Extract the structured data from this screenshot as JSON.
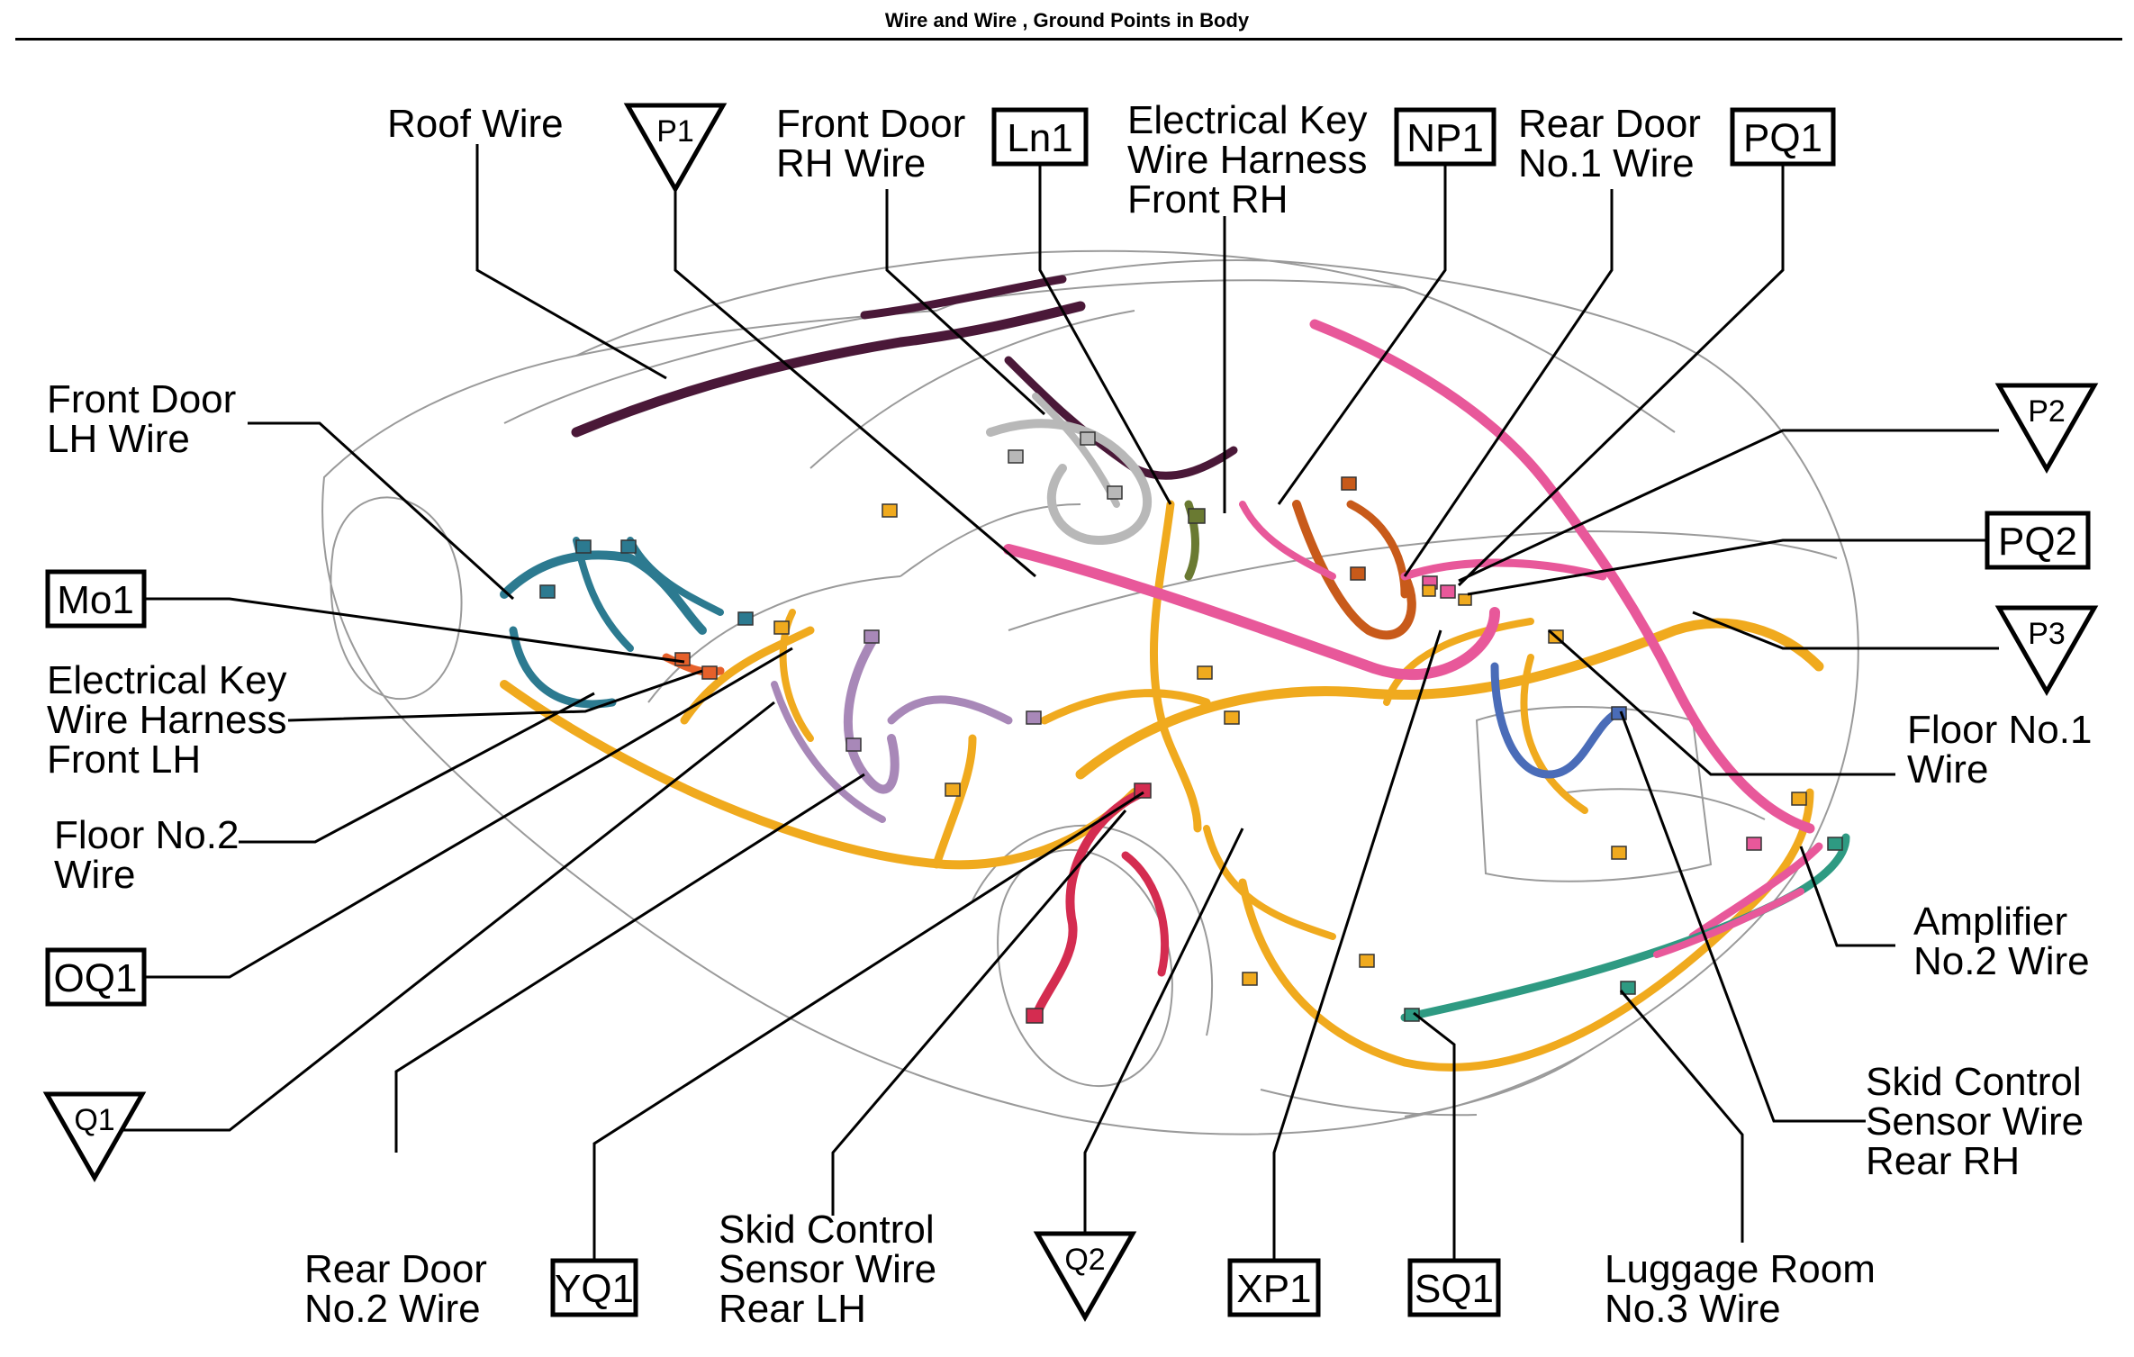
{
  "title": "Wire and Wire , Ground Points in Body",
  "colors": {
    "orange_wire": "#f0aa1e",
    "pink_wire": "#e8589a",
    "purple_wire": "#4a1838",
    "teal_wire": "#2c7a90",
    "grey_wire": "#b8b8b8",
    "violet_wire": "#a888b8",
    "red_wire": "#d42c50",
    "rust_wire": "#c85a1a",
    "green_wire": "#2e9a82",
    "blue_wire": "#4a6cb8",
    "olive_connector": "#6a7a32"
  },
  "labels": {
    "roof_wire": [
      "Roof Wire"
    ],
    "front_door_rh": [
      "Front Door",
      "RH Wire"
    ],
    "ek_front_rh": [
      "Electrical Key",
      "Wire Harness",
      "Front RH"
    ],
    "rear_door_1": [
      "Rear Door",
      "No.1 Wire"
    ],
    "front_door_lh": [
      "Front Door",
      "LH Wire"
    ],
    "ek_front_lh": [
      "Electrical Key",
      "Wire Harness",
      "Front LH"
    ],
    "floor_2": [
      "Floor No.2",
      "Wire"
    ],
    "floor_1": [
      "Floor No.1",
      "Wire"
    ],
    "amp_2": [
      "Amplifier",
      "No.2 Wire"
    ],
    "skid_rh": [
      "Skid Control",
      "Sensor Wire",
      "Rear RH"
    ],
    "rear_door_2": [
      "Rear Door",
      "No.2 Wire"
    ],
    "skid_lh": [
      "Skid Control",
      "Sensor Wire",
      "Rear LH"
    ],
    "luggage_3": [
      "Luggage Room",
      "No.3 Wire"
    ]
  },
  "junctions": {
    "ln1": "Ln1",
    "np1": "NP1",
    "pq1": "PQ1",
    "pq2": "PQ2",
    "mo1": "Mo1",
    "oq1": "OQ1",
    "yq1": "YQ1",
    "xp1": "XP1",
    "sq1": "SQ1"
  },
  "grounds": {
    "p1": "P1",
    "p2": "P2",
    "p3": "P3",
    "q1": "Q1",
    "q2": "Q2"
  }
}
